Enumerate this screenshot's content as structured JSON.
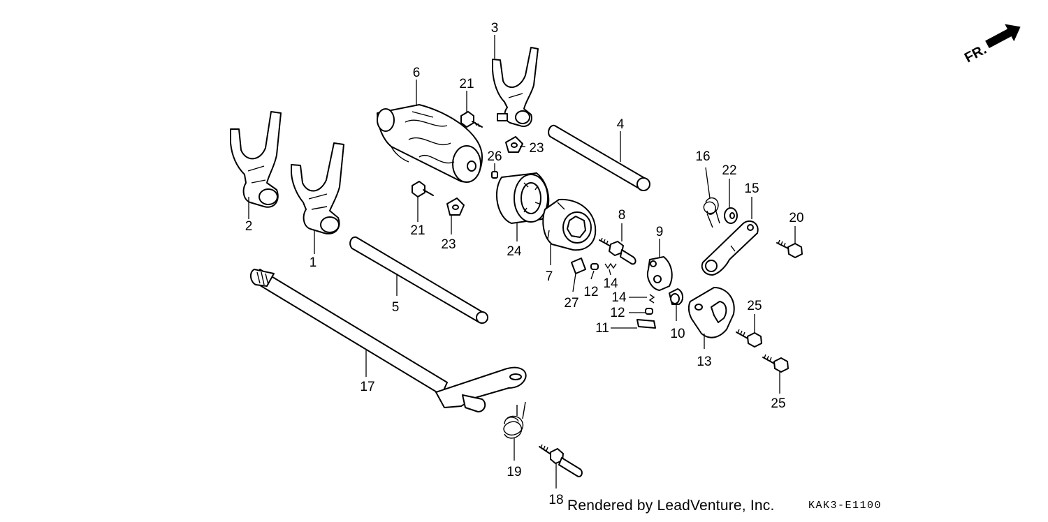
{
  "diagram": {
    "labels": {
      "p1": "1",
      "p2": "2",
      "p3": "3",
      "p4": "4",
      "p5": "5",
      "p6": "6",
      "p7": "7",
      "p8": "8",
      "p9": "9",
      "p10": "10",
      "p11": "11",
      "p12a": "12",
      "p12b": "12",
      "p13": "13",
      "p14a": "14",
      "p14b": "14",
      "p15": "15",
      "p16": "16",
      "p17": "17",
      "p18": "18",
      "p19": "19",
      "p20": "20",
      "p21a": "21",
      "p21b": "21",
      "p22": "22",
      "p23a": "23",
      "p23b": "23",
      "p24": "24",
      "p25a": "25",
      "p25b": "25",
      "p26": "26",
      "p27": "27"
    },
    "front_marker": "FR.",
    "credit": "Rendered by LeadVenture, Inc.",
    "diagram_code": "KAK3-E1100"
  }
}
